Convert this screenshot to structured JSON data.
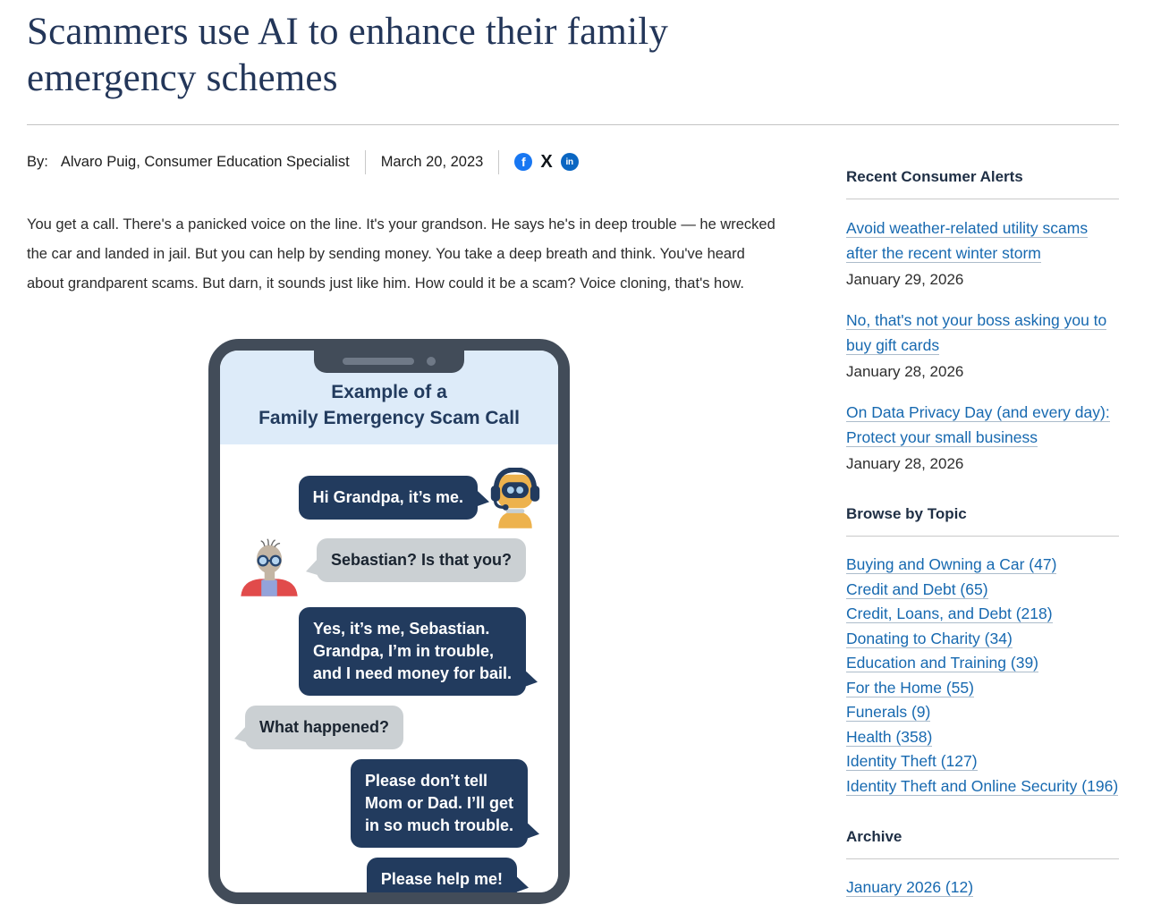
{
  "page": {
    "title": "Scammers use AI to enhance their family emergency schemes"
  },
  "byline": {
    "by_label": "By:",
    "author": "Alvaro Puig, Consumer Education Specialist",
    "date": "March 20, 2023"
  },
  "social": {
    "facebook_glyph": "f",
    "x_glyph": "X",
    "linkedin_glyph": "in"
  },
  "article": {
    "intro": "You get a call. There's a panicked voice on the line. It's your grandson. He says he's in deep trouble — he wrecked the car and landed in jail. But you can help by sending money. You take a deep breath and think. You've heard about grandparent scams. But darn, it sounds just like him. How could it be a scam? Voice cloning, that's how."
  },
  "infographic": {
    "title_line1": "Example of a",
    "title_line2": "Family Emergency Scam Call",
    "messages": [
      {
        "speaker": "scammer-robot",
        "text": "Hi Grandpa, it’s me."
      },
      {
        "speaker": "grandpa",
        "text": "Sebastian? Is that you?"
      },
      {
        "speaker": "scammer-robot",
        "text": "Yes, it’s me, Sebastian.\nGrandpa, I’m in trouble,\nand I need money for bail."
      },
      {
        "speaker": "grandpa",
        "text": "What happened?"
      },
      {
        "speaker": "scammer-robot",
        "text": "Please don’t tell\nMom or Dad. I’ll get\nin so much trouble."
      },
      {
        "speaker": "scammer-robot",
        "text": "Please help me!"
      }
    ]
  },
  "sidebar": {
    "recent_alerts": {
      "heading": "Recent Consumer Alerts",
      "items": [
        {
          "title": "Avoid weather-related utility scams after the recent winter storm",
          "date": "January 29, 2026"
        },
        {
          "title": "No, that's not your boss asking you to buy gift cards",
          "date": "January 28, 2026"
        },
        {
          "title": "On Data Privacy Day (and every day): Protect your small business",
          "date": "January 28, 2026"
        }
      ]
    },
    "browse_topics": {
      "heading": "Browse by Topic",
      "items": [
        "Buying and Owning a Car (47)",
        "Credit and Debt (65)",
        "Credit, Loans, and Debt (218)",
        "Donating to Charity (34)",
        "Education and Training (39)",
        "For the Home (55)",
        "Funerals (9)",
        "Health (358)",
        "Identity Theft (127)",
        "Identity Theft and Online Security (196)"
      ]
    },
    "archive": {
      "heading": "Archive",
      "items": [
        "January 2026 (12)"
      ]
    }
  },
  "colors": {
    "title_navy": "#233659",
    "link_blue": "#1769B0",
    "heading_dark": "#1F2F45",
    "infographic_navy": "#223B5E",
    "bubble_gray": "#CBD0D3",
    "phone_frame": "#424C59",
    "phone_header_blue": "#DDEBF9",
    "facebook_blue": "#1877F2",
    "linkedin_blue": "#0A66C2",
    "x_black": "#0F1419"
  }
}
